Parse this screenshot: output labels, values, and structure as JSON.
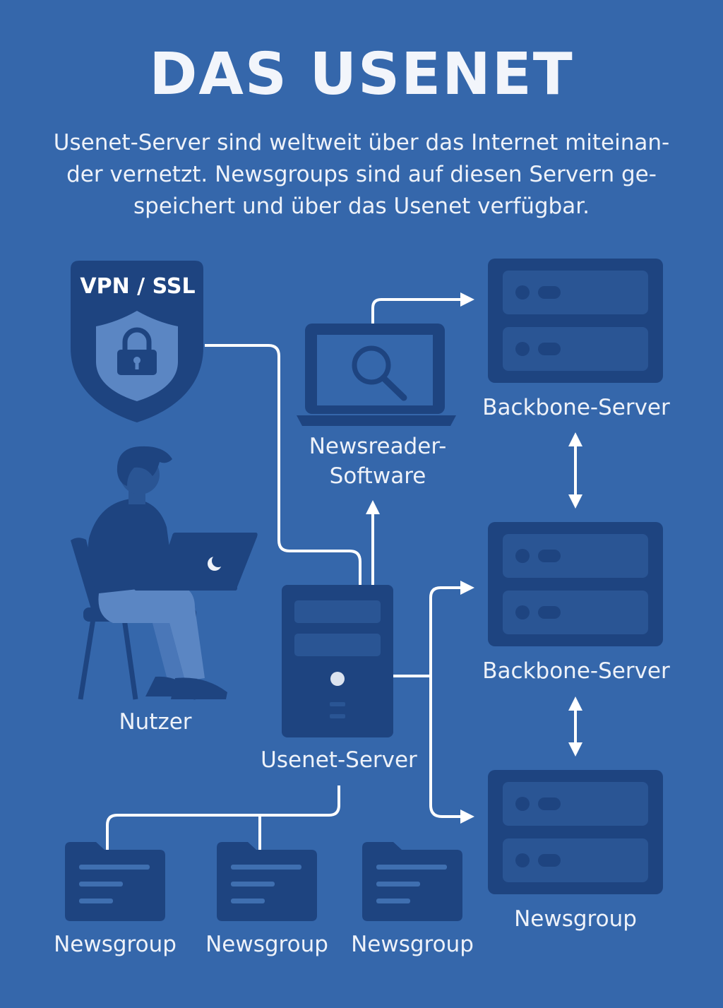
{
  "header": {
    "title": "DAS USENET",
    "intro_lines": [
      "Usenet-Server sind weltweit über das Internet miteinan-",
      "der vernetzt. Newsgroups sind auf diesen Servern ge-",
      "speichert und über das Usenet verfügbar."
    ]
  },
  "diagram": {
    "vpn_label": "VPN / SSL",
    "user_label": "Nutzer",
    "newsreader_label_lines": [
      "Newsreader-",
      "Software"
    ],
    "usenet_server_label": "Usenet-Server",
    "backbone_server_1_label": "Backbone-Server",
    "backbone_server_2_label": "Backbone-Server",
    "right_newsgroup_label": "Newsgroup",
    "newsgroups": [
      {
        "label": "Newsgroup"
      },
      {
        "label": "Newsgroup"
      },
      {
        "label": "Newsgroup"
      }
    ]
  },
  "colors": {
    "background": "#3567ab",
    "dark_fill": "#1e4480",
    "medium_fill": "#2a5594",
    "light_fill": "#5b86c3",
    "line": "#ffffff"
  }
}
